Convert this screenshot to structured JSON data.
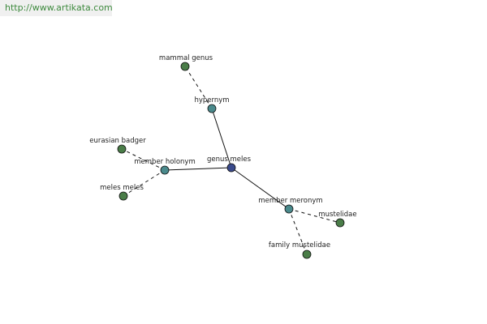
{
  "watermark": {
    "url": "http://www.artikata.com"
  },
  "colors": {
    "central_node": "#3a4a8c",
    "relation_node": "#4a8a8c",
    "term_node": "#4a7d48",
    "edge": "#111111"
  },
  "graph": {
    "nodes": [
      {
        "id": "genus-meles",
        "label": "genus meles",
        "kind": "central"
      },
      {
        "id": "hypernym",
        "label": "hypernym",
        "kind": "relation"
      },
      {
        "id": "member-holonym",
        "label": "member holonym",
        "kind": "relation"
      },
      {
        "id": "member-meronym",
        "label": "member meronym",
        "kind": "relation"
      },
      {
        "id": "mammal-genus",
        "label": "mammal genus",
        "kind": "term"
      },
      {
        "id": "eurasian-badger",
        "label": "eurasian badger",
        "kind": "term"
      },
      {
        "id": "meles-meles",
        "label": "meles meles",
        "kind": "term"
      },
      {
        "id": "mustelidae",
        "label": "mustelidae",
        "kind": "term"
      },
      {
        "id": "family-mustelidae",
        "label": "family mustelidae",
        "kind": "term"
      }
    ],
    "edges": [
      {
        "from": "genus-meles",
        "to": "hypernym",
        "style": "solid"
      },
      {
        "from": "genus-meles",
        "to": "member-holonym",
        "style": "solid"
      },
      {
        "from": "genus-meles",
        "to": "member-meronym",
        "style": "solid"
      },
      {
        "from": "hypernym",
        "to": "mammal-genus",
        "style": "dashed"
      },
      {
        "from": "member-holonym",
        "to": "eurasian-badger",
        "style": "dashed"
      },
      {
        "from": "member-holonym",
        "to": "meles-meles",
        "style": "dashed"
      },
      {
        "from": "member-meronym",
        "to": "mustelidae",
        "style": "dashed"
      },
      {
        "from": "member-meronym",
        "to": "family-mustelidae",
        "style": "dashed"
      }
    ]
  }
}
